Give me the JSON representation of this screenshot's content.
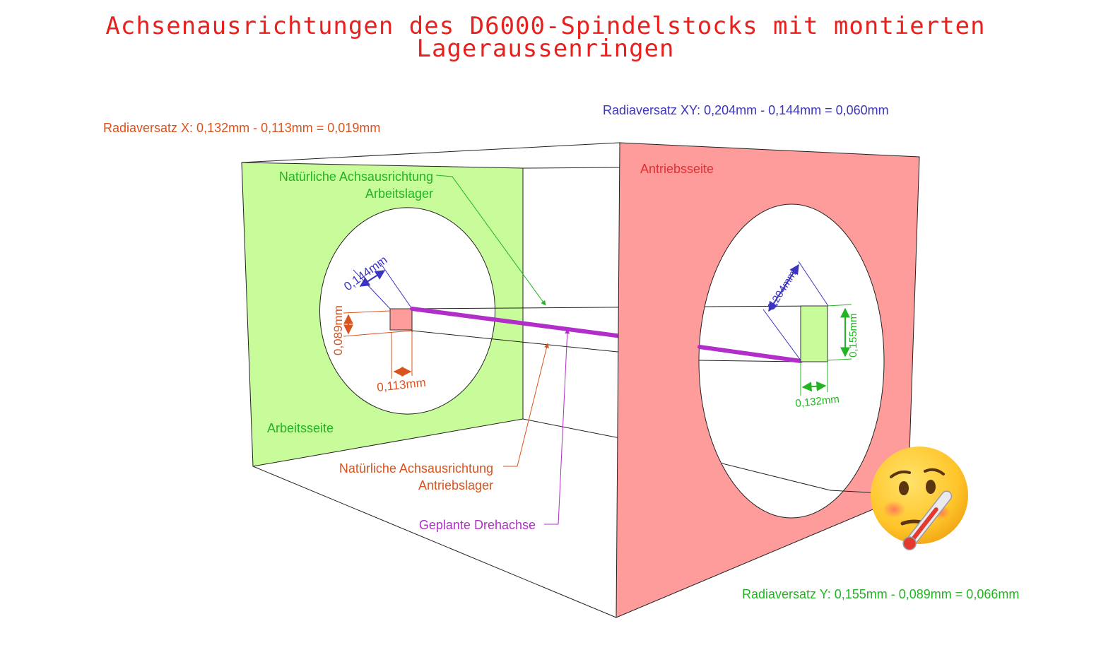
{
  "title": {
    "line1": "Achsenausrichtungen des D6000-Spindelstocks  mit montierten",
    "line2": "Lageraussenringen"
  },
  "summary": {
    "radial_x": "Radiaversatz X: 0,132mm - 0,113mm = 0,019mm",
    "radial_xy": "Radiaversatz XY: 0,204mm - 0,144mm = 0,060mm",
    "radial_y": "Radiaversatz Y: 0,155mm - 0,089mm  = 0,066mm"
  },
  "faces": {
    "work_side": "Arbeitsseite",
    "drive_side": "Antriebsseite"
  },
  "callouts": {
    "work_axis_line1": "Natürliche Achsausrichtung",
    "work_axis_line2": "Arbeitslager",
    "drive_axis_line1": "Natürliche Achsausrichtung",
    "drive_axis_line2": "Antriebslager",
    "planned_axis": "Geplante Drehachse"
  },
  "dimensions": {
    "work_diag": "0,144mm",
    "work_vert": "0,089mm",
    "work_horiz": "0,113mm",
    "drive_diag": "0,204mm",
    "drive_vert": "0,155mm",
    "drive_horiz": "0,132mm"
  },
  "colors": {
    "title_red": "#e8201e",
    "orange": "#d9531e",
    "blue": "#3a34c0",
    "green": "#22b422",
    "magenta": "#b12ec8",
    "work_face": "#c8fb9a",
    "drive_face": "#fe9c9c"
  },
  "icons": {
    "emoji": "face-with-thermometer-icon"
  }
}
